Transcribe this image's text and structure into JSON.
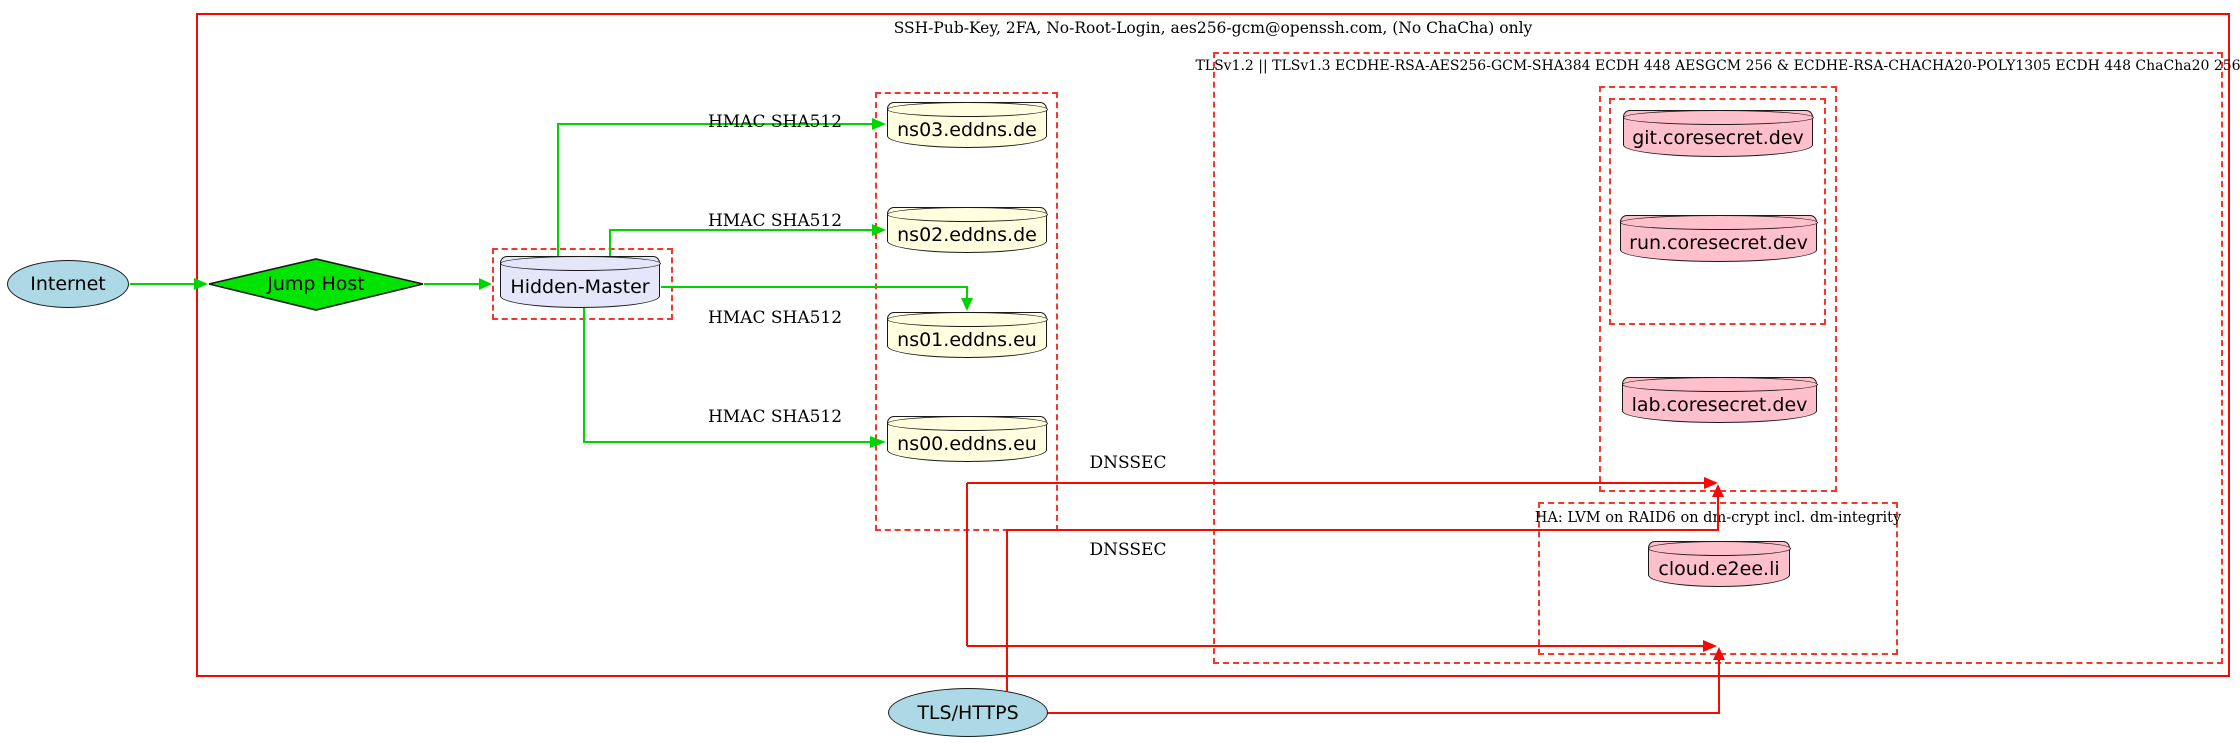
{
  "clusters": {
    "ssh_policy": {
      "label": "SSH-Pub-Key, 2FA, No-Root-Login, aes256-gcm@openssh.com, (No ChaCha) only"
    },
    "tls_policy": {
      "label": "TLSv1.2 || TLSv1.3 ECDHE-RSA-AES256-GCM-SHA384 ECDH 448 AESGCM 256 & ECDHE-RSA-CHACHA20-POLY1305 ECDH 448 ChaCha20 256"
    },
    "ha_storage": {
      "label": "HA: LVM on RAID6 on dm-crypt incl. dm-integrity"
    }
  },
  "nodes": {
    "internet": {
      "label": "Internet",
      "shape": "ellipse",
      "fill": "#add8e6"
    },
    "jump_host": {
      "label": "Jump Host",
      "shape": "diamond",
      "fill": "#00e400"
    },
    "hidden_master": {
      "label": "Hidden-Master",
      "shape": "cylinder",
      "fill": "#e6e6fa"
    },
    "ns03": {
      "label": "ns03.eddns.de",
      "shape": "cylinder",
      "fill": "#ffffe0"
    },
    "ns02": {
      "label": "ns02.eddns.de",
      "shape": "cylinder",
      "fill": "#ffffe0"
    },
    "ns01": {
      "label": "ns01.eddns.eu",
      "shape": "cylinder",
      "fill": "#ffffe0"
    },
    "ns00": {
      "label": "ns00.eddns.eu",
      "shape": "cylinder",
      "fill": "#ffffe0"
    },
    "git": {
      "label": "git.coresecret.dev",
      "shape": "cylinder",
      "fill": "#ffc0cb"
    },
    "run": {
      "label": "run.coresecret.dev",
      "shape": "cylinder",
      "fill": "#ffc0cb"
    },
    "lab": {
      "label": "lab.coresecret.dev",
      "shape": "cylinder",
      "fill": "#ffc0cb"
    },
    "cloud": {
      "label": "cloud.e2ee.li",
      "shape": "cylinder",
      "fill": "#ffc0cb"
    },
    "tls_https": {
      "label": "TLS/HTTPS",
      "shape": "ellipse",
      "fill": "#add8e6"
    }
  },
  "edge_labels": {
    "hmac_ns03": "HMAC SHA512",
    "hmac_ns02": "HMAC SHA512",
    "hmac_ns01": "HMAC SHA512",
    "hmac_ns00": "HMAC SHA512",
    "dnssec_top": "DNSSEC",
    "dnssec_bottom": "DNSSEC"
  },
  "colors": {
    "edge_green": "#00d400",
    "edge_red": "#f30b01",
    "cluster_red": "#f4362b",
    "node_outline": "#1a1a1a",
    "lightblue": "#add8e6",
    "lavender": "#e6e6fa",
    "lightyellow": "#ffffe0",
    "pink": "#ffc0cb"
  }
}
